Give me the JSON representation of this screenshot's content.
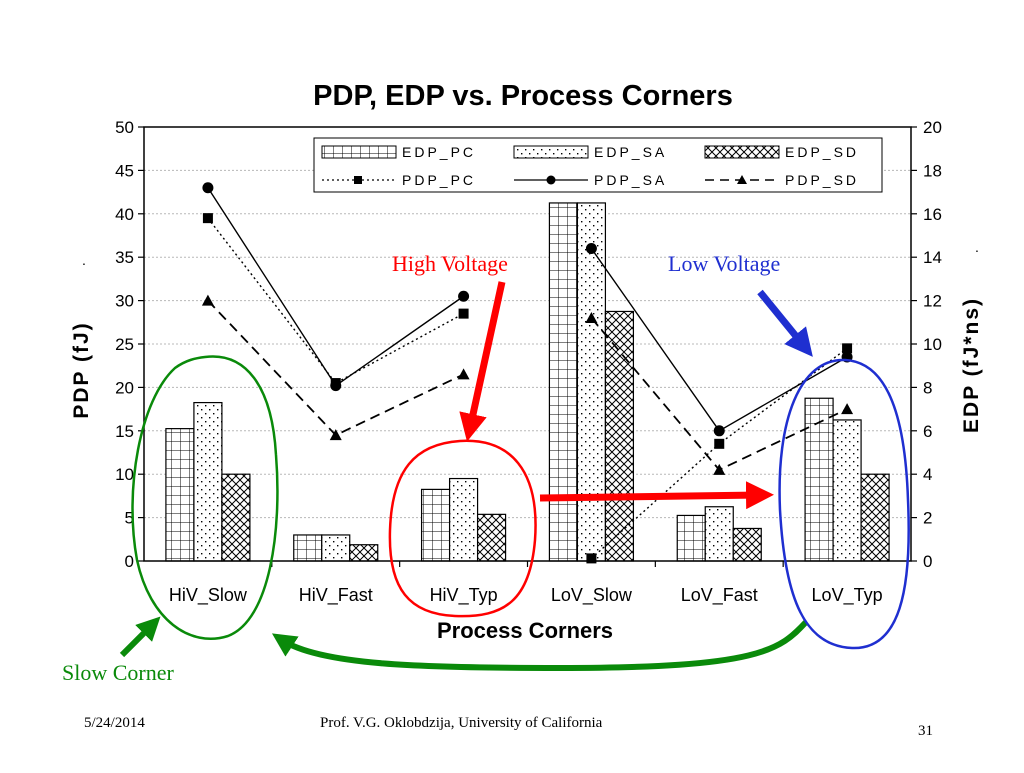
{
  "chart_data": {
    "type": "bar",
    "title": "PDP, EDP vs. Process Corners",
    "xlabel": "Process Corners",
    "ylabel_left": "PDP (fJ)",
    "ylabel_right": "EDP (fJ*ns)",
    "ylim_left": [
      0,
      50
    ],
    "ylim_right": [
      0,
      20
    ],
    "yticks_left": [
      "0",
      "5",
      "10",
      "15",
      "20",
      "25",
      "30",
      "35",
      "40",
      "45",
      "50"
    ],
    "yticks_right": [
      "0",
      "2",
      "4",
      "6",
      "8",
      "10",
      "12",
      "14",
      "16",
      "18",
      "20"
    ],
    "categories": [
      "HiV_Slow",
      "HiV_Fast",
      "HiV_Typ",
      "LoV_Slow",
      "LoV_Fast",
      "LoV_Typ"
    ],
    "grid": true,
    "legend_position": "top-right",
    "bar_series": [
      {
        "name": "EDP_PC",
        "axis": "right",
        "pattern": "grid",
        "values": [
          6.1,
          1.2,
          3.3,
          16.5,
          2.1,
          7.5
        ]
      },
      {
        "name": "EDP_SA",
        "axis": "right",
        "pattern": "dots",
        "values": [
          7.3,
          1.2,
          3.8,
          16.5,
          2.5,
          6.5
        ]
      },
      {
        "name": "EDP_SD",
        "axis": "right",
        "pattern": "crosshatch",
        "values": [
          4.0,
          0.75,
          2.15,
          11.5,
          1.5,
          4.0
        ]
      }
    ],
    "line_series": [
      {
        "name": "PDP_PC",
        "axis": "left",
        "marker": "square",
        "style": "dotted",
        "values": [
          39.5,
          20.5,
          28.5,
          0.3,
          13.5,
          24.5
        ]
      },
      {
        "name": "PDP_SA",
        "axis": "left",
        "marker": "circle",
        "style": "solid",
        "values": [
          43.0,
          20.2,
          30.5,
          36.0,
          15.0,
          23.5
        ]
      },
      {
        "name": "PDP_SD",
        "axis": "left",
        "marker": "triangle",
        "style": "dashed",
        "values": [
          30.0,
          14.5,
          21.5,
          28.0,
          10.5,
          17.5
        ]
      }
    ],
    "annotations": {
      "high_voltage": "High Voltage",
      "low_voltage": "Low Voltage",
      "slow_corner": "Slow Corner"
    }
  },
  "footer": {
    "date": "5/24/2014",
    "author": "Prof. V.G. Oklobdzija, University of California",
    "page": "31"
  },
  "colors": {
    "red": "#ff0000",
    "blue": "#1f2fd0",
    "green": "#0a8a0a",
    "ink": "#000000"
  }
}
